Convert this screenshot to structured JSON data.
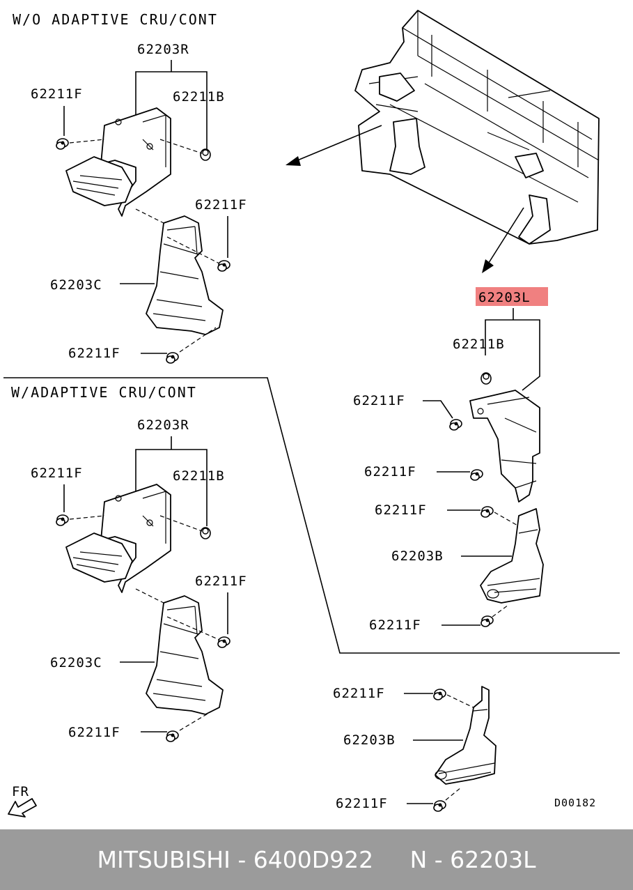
{
  "sections": {
    "without_adaptive": "W/O ADAPTIVE CRU/CONT",
    "with_adaptive": "W/ADAPTIVE CRU/CONT"
  },
  "labels": {
    "p62203R": "62203R",
    "p62211F": "62211F",
    "p62211B": "62211B",
    "p62203C": "62203C",
    "p62203L": "62203L",
    "p62203B": "62203B",
    "fr": "FR",
    "drawing_code": "D00182"
  },
  "highlight_color": "#f08080",
  "footer": {
    "brand": "MITSUBISHI",
    "sep1": " - ",
    "part_number": "6400D922",
    "gap": "     ",
    "n_label": "N",
    "sep2": " - ",
    "part_code": "62203L"
  }
}
